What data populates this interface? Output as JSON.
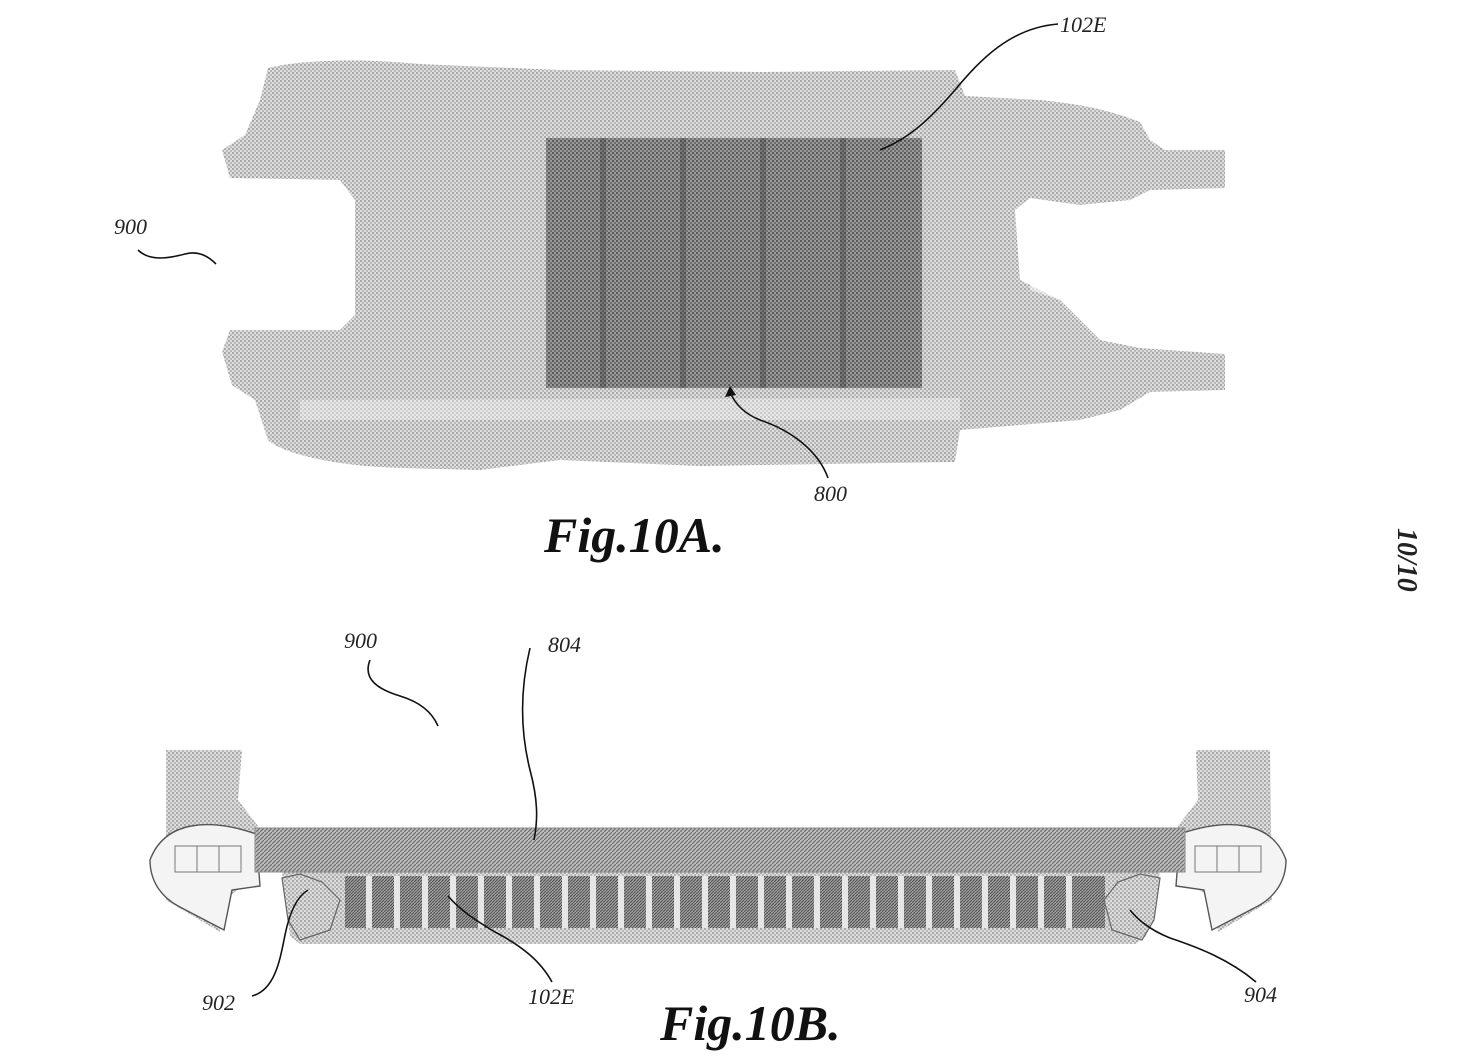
{
  "sheet": {
    "page_number": "10/10"
  },
  "figures": [
    {
      "id": "fig-10a",
      "caption": "Fig.10A.",
      "labels": {
        "assembly": "900",
        "heater_element": "102E",
        "heater_assembly": "800"
      }
    },
    {
      "id": "fig-10b",
      "caption": "Fig.10B.",
      "labels": {
        "assembly": "900",
        "layer": "804",
        "left_part": "902",
        "heater_element": "102E",
        "right_part": "904"
      }
    }
  ],
  "colors": {
    "body_tone": "#c9c9c9",
    "panel_tone": "#7a7a7a",
    "layer_tone": "#9a9a9a",
    "line": "#111111"
  }
}
